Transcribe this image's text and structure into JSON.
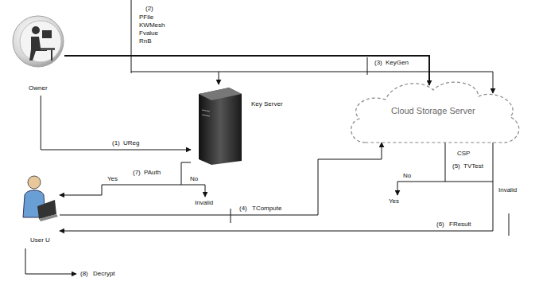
{
  "diagram": {
    "nodes": [
      {
        "text": [
          "Owner"
        ]
      },
      {
        "text": [
          "Key Server"
        ]
      },
      {
        "text": [
          "Cloud Storage Server",
          "CSP"
        ]
      },
      {
        "text": [
          "User U"
        ]
      }
    ],
    "edges": [
      {
        "from": 0,
        "to": 1,
        "arrow": "to"
      },
      {
        "from": 0,
        "to": 2,
        "arrow": "to"
      },
      {
        "from": 1,
        "to": 3,
        "arrow": "to"
      },
      {
        "from": 3,
        "to": 2,
        "arrow": "to"
      },
      {
        "from": 2,
        "to": 3,
        "arrow": "to"
      }
    ],
    "labels": [
      "(2)",
      "PFile",
      "KWMesh",
      "Fvalue",
      "RnB",
      "(3)",
      "KeyGen",
      "(1)",
      "UReg",
      "(7)",
      "PAuth",
      "Yes",
      "No",
      "Invalid",
      "(4)",
      "TCompute",
      "(5)",
      "TVTest",
      "No",
      "Yes",
      "Invalid",
      "(6)",
      "FResult",
      "(8)",
      "Decrypt"
    ]
  }
}
